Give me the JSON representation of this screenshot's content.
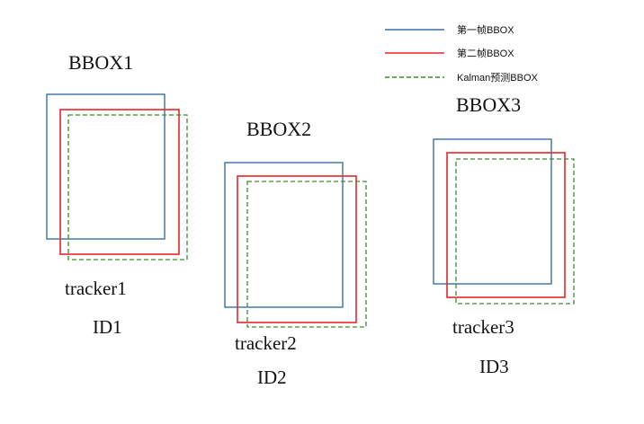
{
  "legend": {
    "frame1": {
      "label": "第一帧BBOX",
      "color": "#3a6ea5",
      "style": "solid"
    },
    "frame2": {
      "label": "第二帧BBOX",
      "color": "#e8262a",
      "style": "solid"
    },
    "kalman": {
      "label": "Kalman预测BBOX",
      "color": "#3c8a2e",
      "style": "dashed"
    }
  },
  "groups": [
    {
      "bbox": "BBOX1",
      "tracker": "tracker1",
      "id": "ID1"
    },
    {
      "bbox": "BBOX2",
      "tracker": "tracker2",
      "id": "ID2"
    },
    {
      "bbox": "BBOX3",
      "tracker": "tracker3",
      "id": "ID3"
    }
  ]
}
